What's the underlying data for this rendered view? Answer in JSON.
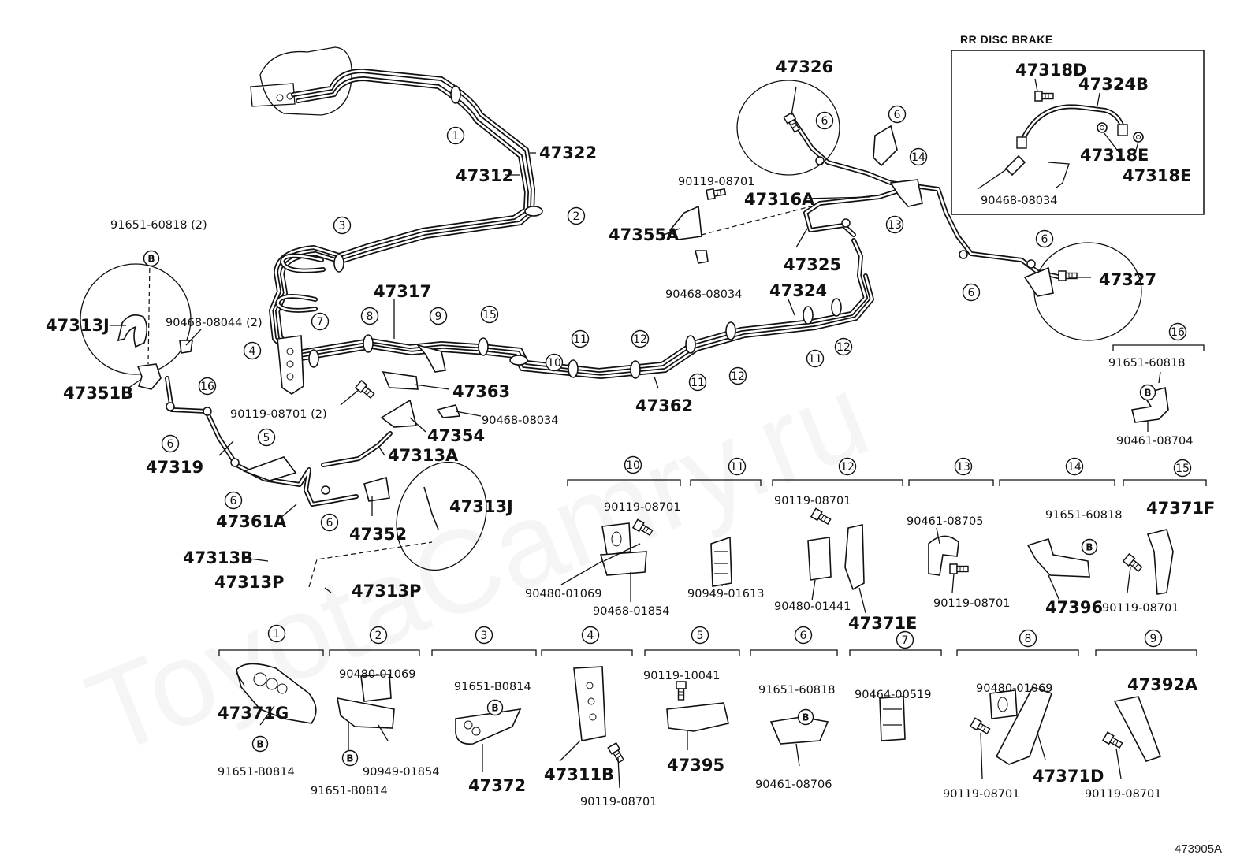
{
  "inset_title": "RR DISC BRAKE",
  "diagram_ref": "473905A",
  "watermark": "ToyotaCamry.ru",
  "part_labels": {
    "p47312": "47312",
    "p47322": "47322",
    "p47313J_left": "47313J",
    "p47351B": "47351B",
    "p47317": "47317",
    "p47363": "47363",
    "p47354": "47354",
    "p47313A": "47313A",
    "p47319": "47319",
    "p47361A": "47361A",
    "p47352": "47352",
    "p47313J_mid": "47313J",
    "p47313B": "47313B",
    "p47313P_a": "47313P",
    "p47313P_b": "47313P",
    "p47362": "47362",
    "p47324": "47324",
    "p47325": "47325",
    "p47326": "47326",
    "p47316A": "47316A",
    "p47355A": "47355A",
    "p47327": "47327",
    "p47318D": "47318D",
    "p47324B": "47324B",
    "p47318E_a": "47318E",
    "p47318E_b": "47318E",
    "p47371F": "47371F",
    "p47396": "47396",
    "p47371E": "47371E",
    "p47371G": "47371G",
    "p47372": "47372",
    "p47311B": "47311B",
    "p47395": "47395",
    "p47371D": "47371D",
    "p47392A": "47392A"
  },
  "small_labels": {
    "s91651_60818_2": "91651-60818  (2)",
    "s90468_08044_2": "90468-08044  (2)",
    "s90119_08701_2": "90119-08701  (2)",
    "s90468_08034_a": "90468-08034",
    "s90119_08701_top": "90119-08701",
    "s90468_08034_b": "90468-08034",
    "s90468_08034_inset": "90468-08034",
    "s91651_60818_g16": "91651-60818",
    "s90461_08704": "90461-08704",
    "s90119_08701_g10": "90119-08701",
    "s90480_01069_g10": "90480-01069",
    "s90468_01854": "90468-01854",
    "s90949_01613": "90949-01613",
    "s90119_08701_g12": "90119-08701",
    "s90480_01441": "90480-01441",
    "s90461_08705": "90461-08705",
    "s90119_08701_g13": "90119-08701",
    "s91651_60818_g14": "91651-60818",
    "s90119_08701_g15": "90119-08701",
    "s90480_01069_g2": "90480-01069",
    "s91651_B0814_g1": "91651-B0814",
    "s91651_B0814_g2": "91651-B0814",
    "s90949_01854": "90949-01854",
    "s91651_B0814_g3": "91651-B0814",
    "s90119_08701_g4": "90119-08701",
    "s90119_10041": "90119-10041",
    "s91651_60818_g6": "91651-60818",
    "s90461_08706": "90461-08706",
    "s90464_00519": "90464-00519",
    "s90480_01069_g8": "90480-01069",
    "s90119_08701_g8": "90119-08701",
    "s90119_08701_g9": "90119-08701"
  },
  "callouts": {
    "c1": "1",
    "c2": "2",
    "c3": "3",
    "c4": "4",
    "c5": "5",
    "c6": "6",
    "c7": "7",
    "c8": "8",
    "c9": "9",
    "c10": "10",
    "c11": "11",
    "c12": "12",
    "c13": "13",
    "c14": "14",
    "c15": "15",
    "c16": "16",
    "bolt_marker": "B"
  },
  "legend_headers": [
    "16",
    "10",
    "11",
    "12",
    "13",
    "14",
    "15",
    "1",
    "2",
    "3",
    "4",
    "5",
    "6",
    "7",
    "8",
    "9"
  ]
}
